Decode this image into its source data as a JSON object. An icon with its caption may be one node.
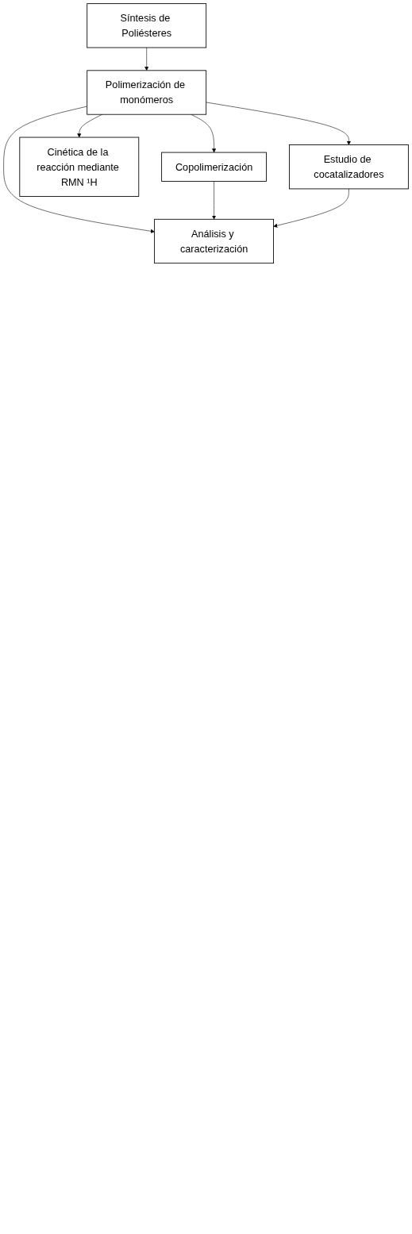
{
  "diagram": {
    "nodes": [
      {
        "text": [
          "Síntesis de Poliésteres"
        ]
      },
      {
        "text": [
          "Polimerización de monómeros"
        ]
      },
      {
        "text": [
          "Análisis y caracterización"
        ]
      },
      {
        "text": [
          "Copolimerización"
        ]
      },
      {
        "text": [
          "Cinética de la reacción mediante RMN ¹H"
        ]
      },
      {
        "text": [
          "Estudio de cocatalizadores"
        ]
      }
    ],
    "edges": [
      {
        "from": 0,
        "to": 1,
        "arrow": "to"
      },
      {
        "from": 1,
        "to": 2,
        "arrow": "to"
      },
      {
        "from": 1,
        "to": 3,
        "arrow": "to"
      },
      {
        "from": 1,
        "to": 4,
        "arrow": "to"
      },
      {
        "from": 1,
        "to": 5,
        "arrow": "to"
      },
      {
        "from": 3,
        "to": 2,
        "arrow": "to"
      },
      {
        "from": 5,
        "to": 2,
        "arrow": "to"
      }
    ]
  }
}
